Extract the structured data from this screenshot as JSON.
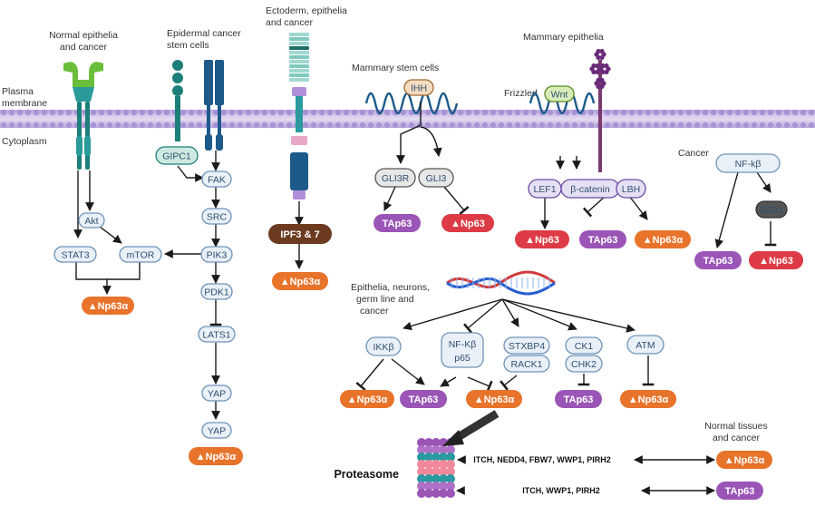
{
  "colors": {
    "delta_np63": "#e8732a",
    "tap63": "#9a55b6",
    "delta_np63_red": "#dd3b45",
    "ipf": "#6b3a1f",
    "node_fill": "#e9f0f8",
    "node_stroke": "#6f93b8",
    "membrane": "#c8b9e4",
    "receptor_teal": "#1d7f7a",
    "receptor_blue": "#1d5a8a"
  },
  "labels": {
    "normal_epithelia": [
      "Normal epithelia",
      "and cancer"
    ],
    "epidermal_cancer": [
      "Epidermal cancer",
      "stem cells"
    ],
    "ectoderm": [
      "Ectoderm, epithelia",
      "and cancer"
    ],
    "mammary_stem": "Mammary stem cells",
    "mammary_epithelia": "Mammary epithelia",
    "plasma_membrane": [
      "Plasma",
      "membrane"
    ],
    "cytoplasm": "Cytoplasm",
    "frizzled": "Frizzled",
    "cancer": "Cancer",
    "epithelia_neurons": [
      "Epithelia, neurons,",
      "germ line and",
      "cancer"
    ],
    "normal_tissues": [
      "Normal tissues",
      "and cancer"
    ],
    "proteasome": "Proteasome"
  },
  "nodes": {
    "gipc1": "GIPC1",
    "fak": "FAK",
    "src": "SRC",
    "pik3": "PIK3",
    "pdk1": "PDK1",
    "lats1": "LATS1",
    "yap1": "YAP",
    "yap2": "YAP",
    "akt": "Akt",
    "stat3": "STAT3",
    "mtor": "mTOR",
    "ihh": "IHH",
    "gli3r": "GLI3R",
    "gli3": "GLI3",
    "wnt": "Wnt",
    "lef1": "LEF1",
    "beta_catenin": "β-catenin",
    "lbh": "LBH",
    "nfkb": "NF-kβ",
    "zeb1": "ZEB1",
    "ikkb": "IKKβ",
    "nfkb_p65": [
      "NF-Kβ",
      "p65"
    ],
    "stxbp4": "STXBP4",
    "rack1": "RACK1",
    "ck1": "CK1",
    "chk2": "CHK2",
    "atm": "ATM",
    "ipf": "IPF3 & 7"
  },
  "outputs": {
    "dnp63a": "▲Np63α",
    "tap63": "TAp63",
    "dnp63": "▲Np63"
  },
  "enzymes": {
    "row1": "ITCH, NEDD4, FBW7, WWP1, PIRH2",
    "row2": "ITCH, WWP1, PIRH2"
  }
}
